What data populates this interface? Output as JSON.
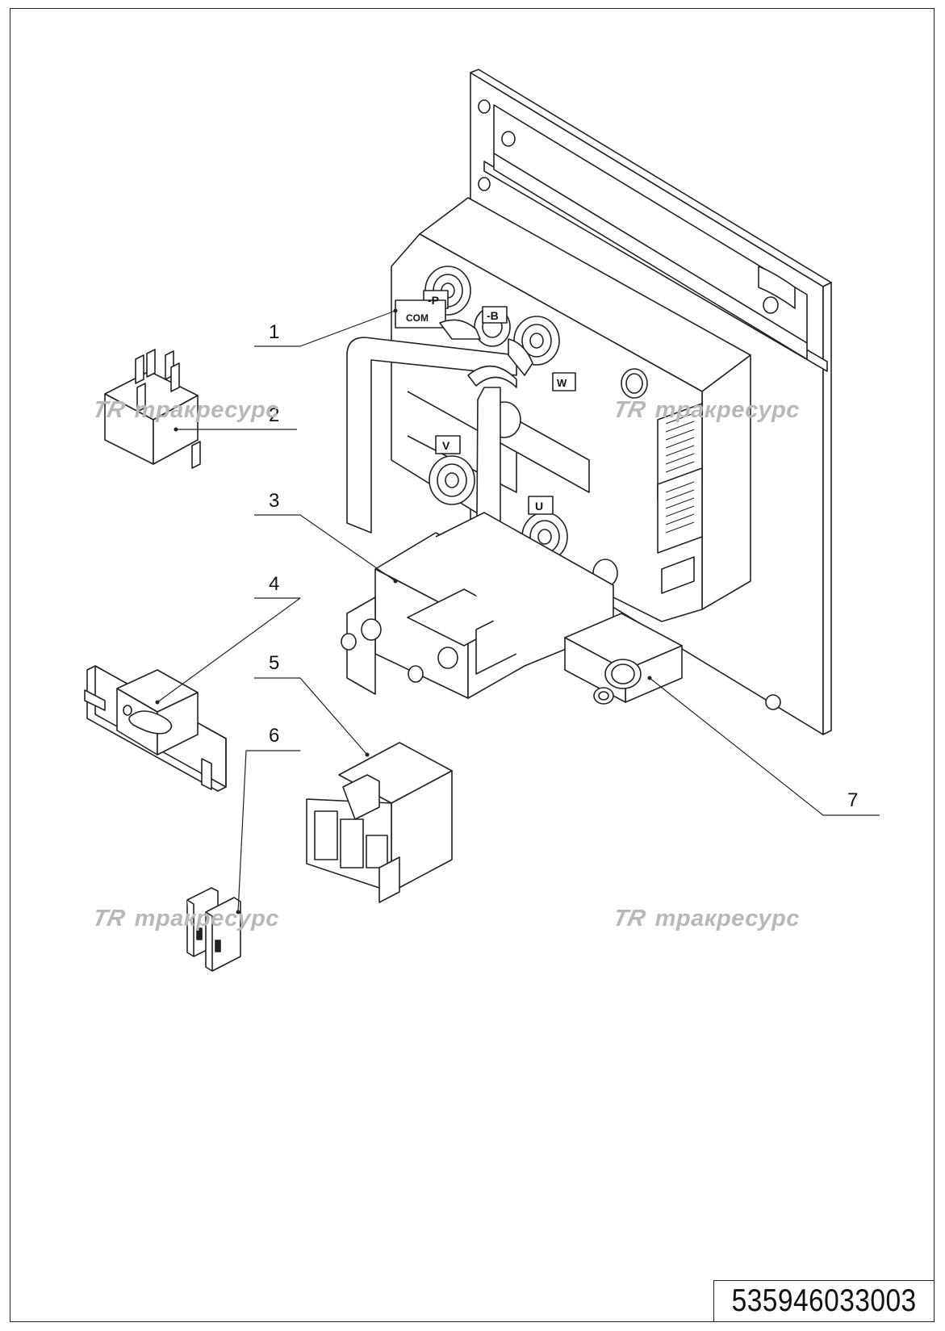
{
  "document": {
    "number": "535946033003"
  },
  "watermarks": [
    {
      "logo": "TR",
      "text": "тракресурс"
    },
    {
      "logo": "TR",
      "text": "тракресурс"
    },
    {
      "logo": "TR",
      "text": "тракресурс"
    },
    {
      "logo": "TR",
      "text": "тракресурс"
    }
  ],
  "callouts": [
    "1",
    "2",
    "3",
    "4",
    "5",
    "6",
    "7"
  ],
  "terminal_labels": {
    "p": "-P",
    "b": "-B",
    "w": "W",
    "v": "V",
    "u": "U",
    "com": "COM"
  },
  "colors": {
    "line": "#222222",
    "watermark": "#b8b8b8",
    "background": "#ffffff"
  }
}
